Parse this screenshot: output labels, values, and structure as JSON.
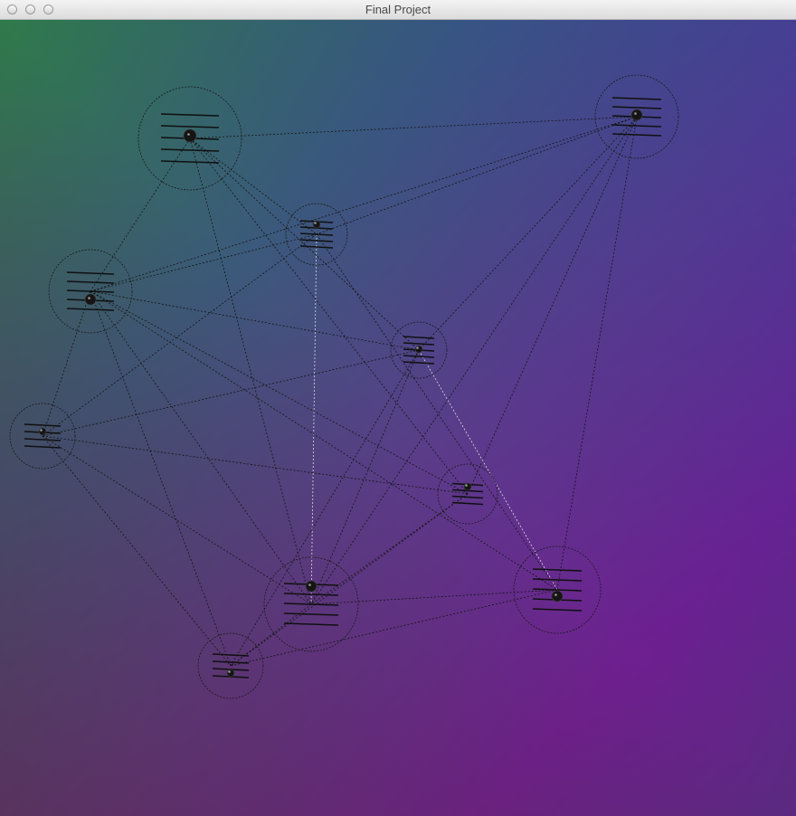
{
  "window": {
    "title": "Final Project",
    "controls": [
      "close",
      "minimize",
      "zoom"
    ]
  },
  "scene": {
    "background_colors": {
      "top_left": "#2f7a4a",
      "top_right": "#3b4fa6",
      "bottom_left": "#7a3a5a",
      "bottom_right": "#6a2a90"
    },
    "node_count": 10,
    "edge_style": "dotted"
  }
}
